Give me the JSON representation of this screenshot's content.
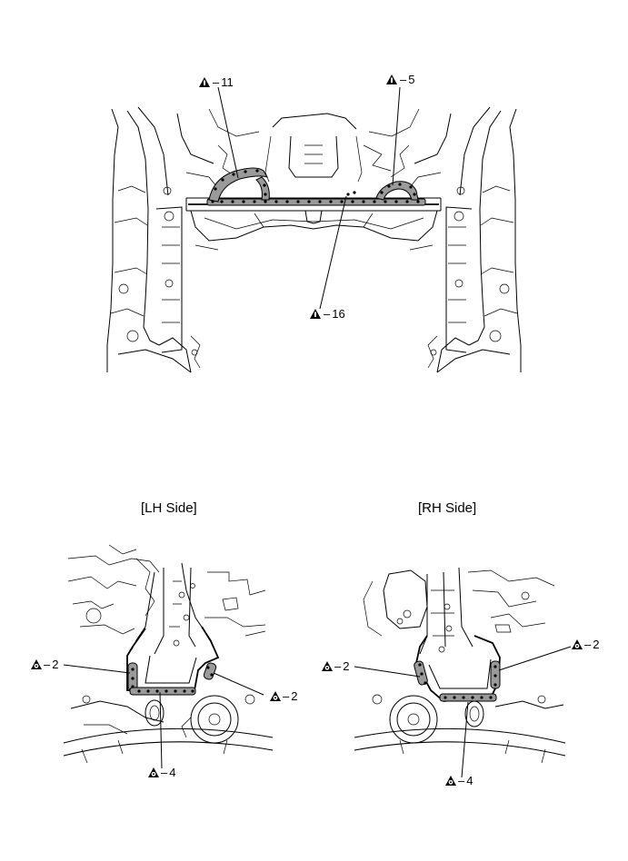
{
  "callouts_top": [
    {
      "id": "c11",
      "symbol": "weld-a-icon",
      "label": "11"
    },
    {
      "id": "c5",
      "symbol": "weld-a-icon",
      "label": "5"
    },
    {
      "id": "c16",
      "symbol": "weld-a-icon",
      "label": "16"
    }
  ],
  "side_labels": {
    "lh": "[LH Side]",
    "rh": "[RH Side]"
  },
  "callouts_lh": [
    {
      "id": "lh-left",
      "symbol": "weld-b-icon",
      "label": "2"
    },
    {
      "id": "lh-right",
      "symbol": "weld-b-icon",
      "label": "2"
    },
    {
      "id": "lh-bottom",
      "symbol": "weld-b-icon",
      "label": "4"
    }
  ],
  "callouts_rh": [
    {
      "id": "rh-left",
      "symbol": "weld-b-icon",
      "label": "2"
    },
    {
      "id": "rh-right",
      "symbol": "weld-b-icon",
      "label": "2"
    },
    {
      "id": "rh-bottom",
      "symbol": "weld-b-icon",
      "label": "4"
    }
  ],
  "dash": "–"
}
